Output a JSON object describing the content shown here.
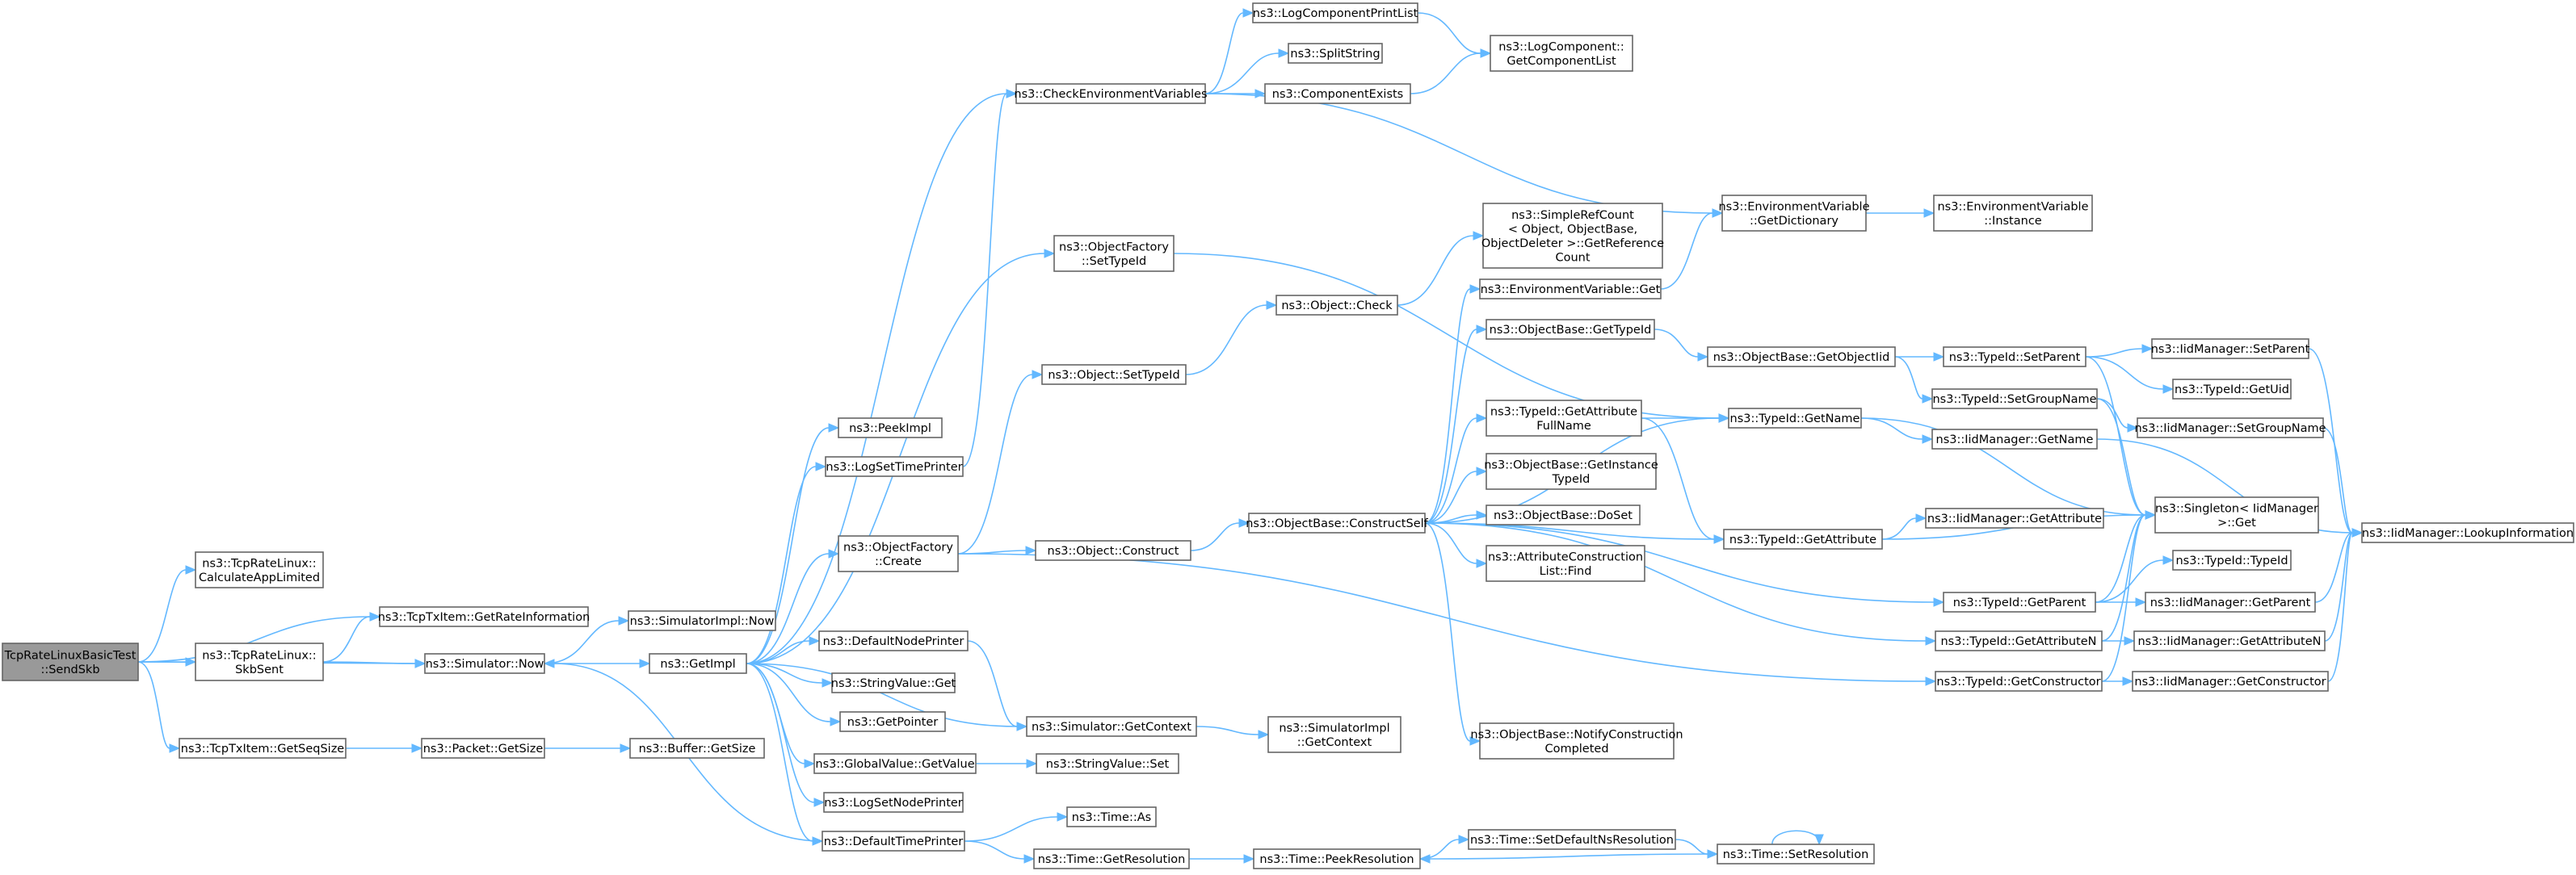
{
  "graph": {
    "colors": {
      "edge": "#63b8ff",
      "node_border": "#666666",
      "root_fill": "#999999",
      "node_fill": "#ffffff"
    },
    "nodes": [
      {
        "id": "root",
        "lines": [
          "TcpRateLinuxBasicTest",
          "::SendSkb"
        ],
        "root": true
      },
      {
        "id": "calcAppLimited",
        "lines": [
          "ns3::TcpRateLinux::",
          "CalculateAppLimited"
        ]
      },
      {
        "id": "getRateInfo",
        "lines": [
          "ns3::TcpTxItem::GetRateInformation"
        ]
      },
      {
        "id": "skbSent",
        "lines": [
          "ns3::TcpRateLinux::",
          "SkbSent"
        ]
      },
      {
        "id": "simNow",
        "lines": [
          "ns3::Simulator::Now"
        ]
      },
      {
        "id": "getSeqSize",
        "lines": [
          "ns3::TcpTxItem::GetSeqSize"
        ]
      },
      {
        "id": "simImplNow",
        "lines": [
          "ns3::SimulatorImpl::Now"
        ]
      },
      {
        "id": "getImpl",
        "lines": [
          "ns3::GetImpl"
        ]
      },
      {
        "id": "packetGetSize",
        "lines": [
          "ns3::Packet::GetSize"
        ]
      },
      {
        "id": "bufferGetSize",
        "lines": [
          "ns3::Buffer::GetSize"
        ]
      },
      {
        "id": "peekImpl",
        "lines": [
          "ns3::PeekImpl"
        ]
      },
      {
        "id": "logSetTimePrinter",
        "lines": [
          "ns3::LogSetTimePrinter"
        ]
      },
      {
        "id": "objFactoryCreate",
        "lines": [
          "ns3::ObjectFactory",
          "::Create"
        ]
      },
      {
        "id": "defaultNodePrinter",
        "lines": [
          "ns3::DefaultNodePrinter"
        ]
      },
      {
        "id": "stringValueGet",
        "lines": [
          "ns3::StringValue::Get"
        ]
      },
      {
        "id": "getPointer",
        "lines": [
          "ns3::GetPointer"
        ]
      },
      {
        "id": "globalValueGet",
        "lines": [
          "ns3::GlobalValue::GetValue"
        ]
      },
      {
        "id": "logSetNodePrinter",
        "lines": [
          "ns3::LogSetNodePrinter"
        ]
      },
      {
        "id": "defaultTimePrinter",
        "lines": [
          "ns3::DefaultTimePrinter"
        ]
      },
      {
        "id": "checkEnv",
        "lines": [
          "ns3::CheckEnvironmentVariables"
        ]
      },
      {
        "id": "objFactorySetTypeId",
        "lines": [
          "ns3::ObjectFactory",
          "::SetTypeId"
        ]
      },
      {
        "id": "objectSetTypeId",
        "lines": [
          "ns3::Object::SetTypeId"
        ]
      },
      {
        "id": "objectConstruct",
        "lines": [
          "ns3::Object::Construct"
        ]
      },
      {
        "id": "simGetContext",
        "lines": [
          "ns3::Simulator::GetContext"
        ]
      },
      {
        "id": "stringValueSet",
        "lines": [
          "ns3::StringValue::Set"
        ]
      },
      {
        "id": "timeAs",
        "lines": [
          "ns3::Time::As"
        ]
      },
      {
        "id": "timeGetResolution",
        "lines": [
          "ns3::Time::GetResolution"
        ]
      },
      {
        "id": "logCompPrintList",
        "lines": [
          "ns3::LogComponentPrintList"
        ]
      },
      {
        "id": "splitString",
        "lines": [
          "ns3::SplitString"
        ]
      },
      {
        "id": "componentExists",
        "lines": [
          "ns3::ComponentExists"
        ]
      },
      {
        "id": "objectCheck",
        "lines": [
          "ns3::Object::Check"
        ]
      },
      {
        "id": "constructSelf",
        "lines": [
          "ns3::ObjectBase::ConstructSelf"
        ]
      },
      {
        "id": "simImplGetContext",
        "lines": [
          "ns3::SimulatorImpl",
          "::GetContext"
        ]
      },
      {
        "id": "timePeekResolution",
        "lines": [
          "ns3::Time::PeekResolution"
        ]
      },
      {
        "id": "logCompGetList",
        "lines": [
          "ns3::LogComponent::",
          "GetComponentList"
        ]
      },
      {
        "id": "simpleRefCount",
        "lines": [
          "ns3::SimpleRefCount",
          "< Object, ObjectBase,",
          "ObjectDeleter >::GetReference",
          "Count"
        ]
      },
      {
        "id": "envVarGet",
        "lines": [
          "ns3::EnvironmentVariable::Get"
        ]
      },
      {
        "id": "objBaseGetTypeId",
        "lines": [
          "ns3::ObjectBase::GetTypeId"
        ]
      },
      {
        "id": "typeIdGetAttrFullName",
        "lines": [
          "ns3::TypeId::GetAttribute",
          "FullName"
        ]
      },
      {
        "id": "objBaseGetInstTypeId",
        "lines": [
          "ns3::ObjectBase::GetInstance",
          "TypeId"
        ]
      },
      {
        "id": "objBaseDoSet",
        "lines": [
          "ns3::ObjectBase::DoSet"
        ]
      },
      {
        "id": "attrConstructFind",
        "lines": [
          "ns3::AttributeConstruction",
          "List::Find"
        ]
      },
      {
        "id": "notifyConstruction",
        "lines": [
          "ns3::ObjectBase::NotifyConstruction",
          "Completed"
        ]
      },
      {
        "id": "timeSetDefaultNsRes",
        "lines": [
          "ns3::Time::SetDefaultNsResolution"
        ]
      },
      {
        "id": "envVarGetDict",
        "lines": [
          "ns3::EnvironmentVariable",
          "::GetDictionary"
        ]
      },
      {
        "id": "envVarInstance",
        "lines": [
          "ns3::EnvironmentVariable",
          "::Instance"
        ]
      },
      {
        "id": "objBaseGetObjectIid",
        "lines": [
          "ns3::ObjectBase::GetObjectIid"
        ]
      },
      {
        "id": "typeIdGetName",
        "lines": [
          "ns3::TypeId::GetName"
        ]
      },
      {
        "id": "typeIdGetAttribute",
        "lines": [
          "ns3::TypeId::GetAttribute"
        ]
      },
      {
        "id": "typeIdGetParent",
        "lines": [
          "ns3::TypeId::GetParent"
        ]
      },
      {
        "id": "typeIdGetAttributeN",
        "lines": [
          "ns3::TypeId::GetAttributeN"
        ]
      },
      {
        "id": "typeIdGetConstructor",
        "lines": [
          "ns3::TypeId::GetConstructor"
        ]
      },
      {
        "id": "timeSetResolution",
        "lines": [
          "ns3::Time::SetResolution"
        ]
      },
      {
        "id": "typeIdSetParent",
        "lines": [
          "ns3::TypeId::SetParent"
        ]
      },
      {
        "id": "typeIdSetGroupName",
        "lines": [
          "ns3::TypeId::SetGroupName"
        ]
      },
      {
        "id": "iidGetName",
        "lines": [
          "ns3::IidManager::GetName"
        ]
      },
      {
        "id": "iidGetAttribute",
        "lines": [
          "ns3::IidManager::GetAttribute"
        ]
      },
      {
        "id": "iidSetParent",
        "lines": [
          "ns3::IidManager::SetParent"
        ]
      },
      {
        "id": "typeIdGetUid",
        "lines": [
          "ns3::TypeId::GetUid"
        ]
      },
      {
        "id": "iidSetGroupName",
        "lines": [
          "ns3::IidManager::SetGroupName"
        ]
      },
      {
        "id": "singletonGet",
        "lines": [
          "ns3::Singleton< IidManager",
          ">::Get"
        ]
      },
      {
        "id": "typeIdTypeId",
        "lines": [
          "ns3::TypeId::TypeId"
        ]
      },
      {
        "id": "iidGetParent",
        "lines": [
          "ns3::IidManager::GetParent"
        ]
      },
      {
        "id": "iidGetAttributeN",
        "lines": [
          "ns3::IidManager::GetAttributeN"
        ]
      },
      {
        "id": "iidGetConstructor",
        "lines": [
          "ns3::IidManager::GetConstructor"
        ]
      },
      {
        "id": "iidLookupInfo",
        "lines": [
          "ns3::IidManager::LookupInformation"
        ]
      }
    ],
    "edges": [
      [
        "root",
        "calcAppLimited"
      ],
      [
        "root",
        "getRateInfo"
      ],
      [
        "root",
        "skbSent"
      ],
      [
        "root",
        "simNow"
      ],
      [
        "root",
        "getSeqSize"
      ],
      [
        "skbSent",
        "getRateInfo"
      ],
      [
        "skbSent",
        "simNow"
      ],
      [
        "simNow",
        "simImplNow"
      ],
      [
        "simNow",
        "getImpl"
      ],
      [
        "getSeqSize",
        "packetGetSize"
      ],
      [
        "packetGetSize",
        "bufferGetSize"
      ],
      [
        "getImpl",
        "peekImpl"
      ],
      [
        "getImpl",
        "logSetTimePrinter"
      ],
      [
        "getImpl",
        "objFactoryCreate"
      ],
      [
        "getImpl",
        "defaultNodePrinter"
      ],
      [
        "getImpl",
        "stringValueGet"
      ],
      [
        "getImpl",
        "getPointer"
      ],
      [
        "getImpl",
        "simGetContext"
      ],
      [
        "getImpl",
        "globalValueGet"
      ],
      [
        "getImpl",
        "logSetNodePrinter"
      ],
      [
        "getImpl",
        "defaultTimePrinter"
      ],
      [
        "getImpl",
        "checkEnv"
      ],
      [
        "getImpl",
        "objFactorySetTypeId"
      ],
      [
        "logSetTimePrinter",
        "checkEnv"
      ],
      [
        "objFactoryCreate",
        "objectSetTypeId"
      ],
      [
        "objFactoryCreate",
        "objectConstruct"
      ],
      [
        "objFactoryCreate",
        "typeIdGetConstructor"
      ],
      [
        "defaultNodePrinter",
        "simGetContext"
      ],
      [
        "globalValueGet",
        "stringValueSet"
      ],
      [
        "defaultTimePrinter",
        "simNow"
      ],
      [
        "defaultTimePrinter",
        "timeAs"
      ],
      [
        "defaultTimePrinter",
        "timeGetResolution"
      ],
      [
        "timeGetResolution",
        "timePeekResolution"
      ],
      [
        "checkEnv",
        "logCompPrintList"
      ],
      [
        "checkEnv",
        "splitString"
      ],
      [
        "checkEnv",
        "componentExists"
      ],
      [
        "checkEnv",
        "envVarGetDict"
      ],
      [
        "logCompPrintList",
        "logCompGetList"
      ],
      [
        "componentExists",
        "logCompGetList"
      ],
      [
        "objFactorySetTypeId",
        "typeIdGetName"
      ],
      [
        "objectSetTypeId",
        "objectCheck"
      ],
      [
        "objectCheck",
        "simpleRefCount"
      ],
      [
        "objectConstruct",
        "constructSelf"
      ],
      [
        "simGetContext",
        "simImplGetContext"
      ],
      [
        "constructSelf",
        "envVarGet"
      ],
      [
        "constructSelf",
        "objBaseGetTypeId"
      ],
      [
        "constructSelf",
        "typeIdGetAttrFullName"
      ],
      [
        "constructSelf",
        "typeIdGetName"
      ],
      [
        "constructSelf",
        "objBaseGetInstTypeId"
      ],
      [
        "constructSelf",
        "objBaseDoSet"
      ],
      [
        "constructSelf",
        "attrConstructFind"
      ],
      [
        "constructSelf",
        "typeIdGetAttribute"
      ],
      [
        "constructSelf",
        "typeIdGetParent"
      ],
      [
        "constructSelf",
        "typeIdGetAttributeN"
      ],
      [
        "constructSelf",
        "notifyConstruction"
      ],
      [
        "timePeekResolution",
        "timeSetDefaultNsRes"
      ],
      [
        "timeSetDefaultNsRes",
        "timeSetResolution"
      ],
      [
        "timeSetResolution",
        "timePeekResolution"
      ],
      [
        "timeSetResolution",
        "timeSetResolution"
      ],
      [
        "envVarGet",
        "envVarGetDict"
      ],
      [
        "envVarGetDict",
        "envVarInstance"
      ],
      [
        "objBaseGetTypeId",
        "objBaseGetObjectIid"
      ],
      [
        "objBaseGetObjectIid",
        "typeIdSetParent"
      ],
      [
        "objBaseGetObjectIid",
        "typeIdSetGroupName"
      ],
      [
        "typeIdGetAttrFullName",
        "typeIdGetName"
      ],
      [
        "typeIdGetAttrFullName",
        "typeIdGetAttribute"
      ],
      [
        "typeIdGetName",
        "iidGetName"
      ],
      [
        "typeIdGetName",
        "singletonGet"
      ],
      [
        "typeIdGetAttribute",
        "iidGetAttribute"
      ],
      [
        "typeIdGetAttribute",
        "singletonGet"
      ],
      [
        "typeIdSetParent",
        "iidSetParent"
      ],
      [
        "typeIdSetParent",
        "typeIdGetUid"
      ],
      [
        "typeIdSetParent",
        "singletonGet"
      ],
      [
        "typeIdSetGroupName",
        "iidSetGroupName"
      ],
      [
        "typeIdSetGroupName",
        "singletonGet"
      ],
      [
        "typeIdGetParent",
        "typeIdTypeId"
      ],
      [
        "typeIdGetParent",
        "iidGetParent"
      ],
      [
        "typeIdGetParent",
        "singletonGet"
      ],
      [
        "typeIdGetAttributeN",
        "iidGetAttributeN"
      ],
      [
        "typeIdGetAttributeN",
        "singletonGet"
      ],
      [
        "typeIdGetConstructor",
        "iidGetConstructor"
      ],
      [
        "typeIdGetConstructor",
        "singletonGet"
      ],
      [
        "iidGetName",
        "iidLookupInfo"
      ],
      [
        "iidSetParent",
        "iidLookupInfo"
      ],
      [
        "iidSetGroupName",
        "iidLookupInfo"
      ],
      [
        "iidGetParent",
        "iidLookupInfo"
      ],
      [
        "iidGetAttributeN",
        "iidLookupInfo"
      ],
      [
        "iidGetConstructor",
        "iidLookupInfo"
      ]
    ]
  }
}
